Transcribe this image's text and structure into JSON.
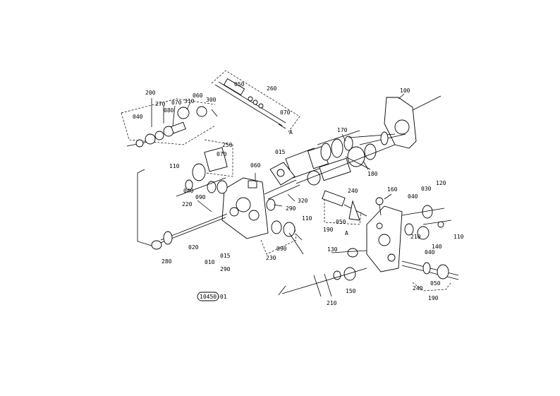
{
  "diagram": {
    "figure_code": "10450-01",
    "labels": {
      "l010": "010",
      "l015": "015",
      "l015b": "015",
      "l020": "020",
      "l030": "030",
      "l040a": "040",
      "l040b": "040",
      "l040c": "040",
      "l040d": "040",
      "l050a": "050",
      "l050b": "050",
      "l050c": "050",
      "l060a": "060",
      "l060b": "060",
      "l070a": "070",
      "l070b": "070",
      "l070c": "070",
      "l080": "080",
      "l090a": "090",
      "l090b": "090",
      "l100": "100",
      "l110a": "110",
      "l110b": "110",
      "l110c": "110",
      "l120": "120",
      "l130": "130",
      "l140": "140",
      "l150": "150",
      "l160": "160",
      "l170": "170",
      "l180": "180",
      "l190a": "190",
      "l190b": "190",
      "l200": "200",
      "l210": "210",
      "l210b": "210",
      "l220": "220",
      "l230": "230",
      "l240a": "240",
      "l240b": "240",
      "l250": "250",
      "l260": "260",
      "l270": "270",
      "l280": "280",
      "l290a": "290",
      "l290b": "290",
      "l300": "300",
      "l310": "310",
      "l320": "320",
      "mA1": "A",
      "mA2": "A"
    }
  }
}
